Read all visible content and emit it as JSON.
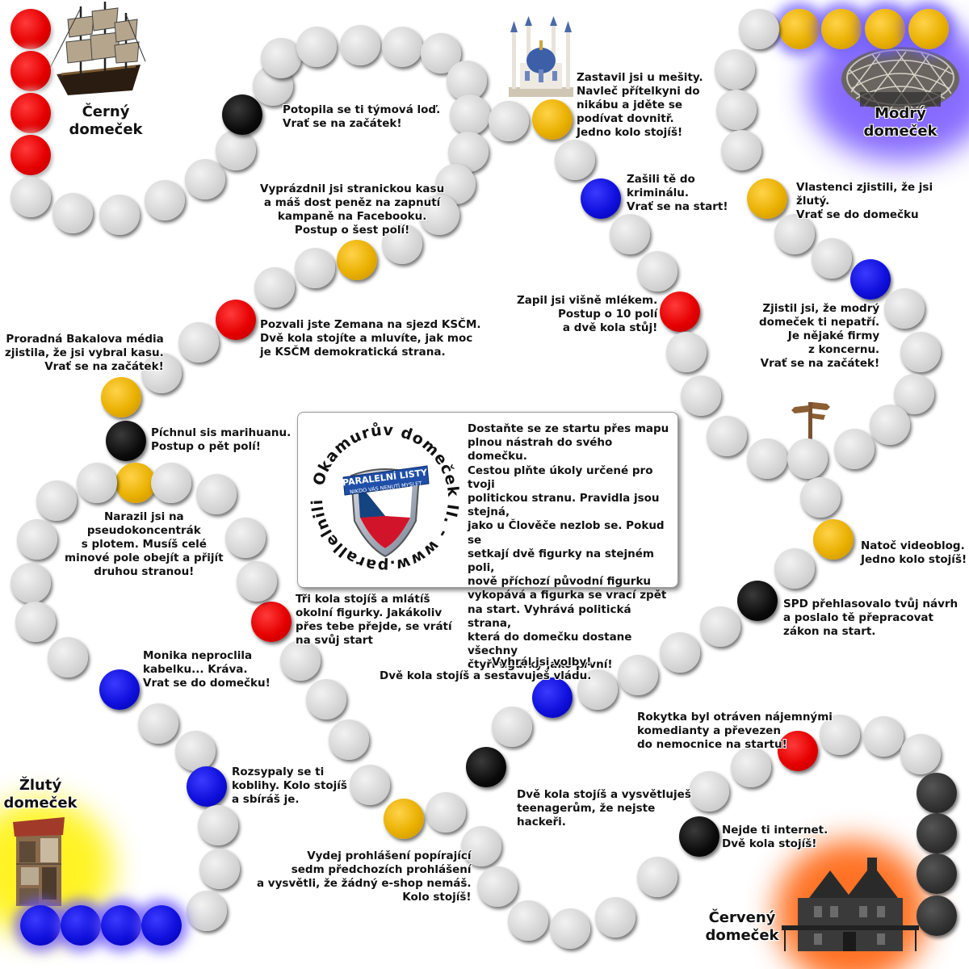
{
  "homes": [
    {
      "id": "black",
      "line1": "Černý",
      "line2": "domeček"
    },
    {
      "id": "blue",
      "line1": "Modrý",
      "line2": "domeček"
    },
    {
      "id": "yellow",
      "line1": "Žlutý",
      "line2": "domeček"
    },
    {
      "id": "red",
      "line1": "Červený",
      "line2": "domeček"
    }
  ],
  "labels": [
    {
      "key": "potopila",
      "align": "l",
      "lines": [
        "Potopila se ti týmová loď.",
        "Vrať se na začátek!"
      ]
    },
    {
      "key": "mesita",
      "align": "l",
      "lines": [
        "Zastavil jsi u mešity.",
        "Navleč přítelkyni do",
        "nikábu a jděte se",
        "podívat dovnitř.",
        "Jedno kolo stojíš!"
      ]
    },
    {
      "key": "vlastenci",
      "align": "l",
      "lines": [
        "Vlastenci zjistili, že jsi žlutý.",
        "Vrať se do domečku"
      ]
    },
    {
      "key": "kriminal",
      "align": "l",
      "lines": [
        "Zašili tě do",
        "kriminálu.",
        "Vrať se na start!"
      ]
    },
    {
      "key": "kasa",
      "align": "c",
      "lines": [
        "Vyprázdnil jsi stranickou kasu",
        "a máš dost peněz na zapnutí",
        "kampaně na Facebooku.",
        "Postup o šest polí!"
      ]
    },
    {
      "key": "visne",
      "align": "r",
      "lines": [
        "Zapil jsi višně mlékem.",
        "Postup o 10 polí",
        "a dvě kola stůj!"
      ]
    },
    {
      "key": "modry",
      "align": "r",
      "lines": [
        "Zjistil jsi, že modrý",
        "domeček ti nepatří.",
        "Je nějaké firmy",
        "z koncernu.",
        "Vrať se na začátek!"
      ]
    },
    {
      "key": "zeman",
      "align": "l",
      "lines": [
        "Pozvali jste Zemana na sjezd KSČM.",
        "Dvě kola stojíte a mluvíte, jak moc",
        "je KSČM demokratická strana."
      ]
    },
    {
      "key": "bakala",
      "align": "r",
      "lines": [
        "Proradná Bakalova média",
        "zjistila, že jsi vybral kasu.",
        "Vrať se na začátek!"
      ]
    },
    {
      "key": "marihuana",
      "align": "l",
      "lines": [
        "Píchnul sis marihuanu.",
        "Postup o pět polí!"
      ]
    },
    {
      "key": "koncentrak",
      "align": "c",
      "lines": [
        "Narazil jsi na",
        "pseudokoncentrák",
        "s plotem. Musíš celé",
        "minové pole obejít a přijít",
        "druhou stranou!"
      ]
    },
    {
      "key": "videoblog",
      "align": "l",
      "lines": [
        "Natoč videoblog.",
        "Jedno kolo stojíš!"
      ]
    },
    {
      "key": "mlatis",
      "align": "l",
      "lines": [
        "Tři kola stojíš a mlátíš",
        "okolní figurky. Jakákoliv",
        "přes tebe přejde, se vrátí",
        "na svůj start"
      ]
    },
    {
      "key": "spd",
      "align": "l",
      "lines": [
        "SPD přehlasovalo tvůj návrh",
        "a poslalo tě přepracovat",
        "zákon na start."
      ]
    },
    {
      "key": "monika",
      "align": "l",
      "lines": [
        "Monika neproclila",
        "kabelku... Kráva.",
        "Vrat se do domečku!"
      ]
    },
    {
      "key": "volby",
      "align": "r",
      "lines": [
        "Vyhrál jsi volby!",
        "Dvě kola stojíš a sestavuješ vládu."
      ]
    },
    {
      "key": "rokytka",
      "align": "l",
      "lines": [
        "Rokytka byl otráven nájemnými",
        "komedianty a převezen",
        "do nemocnice na startu!"
      ]
    },
    {
      "key": "koblihy",
      "align": "l",
      "lines": [
        "Rozsypaly se ti",
        "koblihy. Kolo stojíš",
        "a sbíráš je."
      ]
    },
    {
      "key": "hackeri",
      "align": "l",
      "lines": [
        "Dvě kola stojíš a vysvětluješ",
        "teenagerům, že nejste",
        "hackeři."
      ]
    },
    {
      "key": "internet",
      "align": "l",
      "lines": [
        "Nejde ti internet.",
        "Dvě kola stojíš!"
      ]
    },
    {
      "key": "prohlaseni",
      "align": "r",
      "lines": [
        "Vydej prohlášení popírající",
        "sedm předchozích prohlášení",
        "a vysvětli, že žádný e-shop nemáš.",
        "Kolo stojíš!"
      ]
    }
  ],
  "info": {
    "lines": [
      "Dostaňte se ze startu přes mapu",
      "plnou nástrah do svého domečku.",
      "Cestou plňte úkoly určené pro tvoji",
      "politickou stranu. Pravidla jsou stejná,",
      "jako u Člověče nezlob se. Pokud se",
      "setkají dvě figurky na stejném poli,",
      "nově příchozí původní figurku",
      "vykopává a figurka se vrací zpět",
      "na start. Vyhrává politická strana,",
      "která do domečku dostane všechny",
      "čtyři figurky jako první!"
    ]
  },
  "logo": {
    "ring_text": "Okamurův domeček II. - www.parallelnilisty.cz - ",
    "ring_text_top": "Okamurův domeček II. - www.",
    "ring_text_right": "parallelnilisty.cz",
    "banner_title": "PARALELNÍ LISTY",
    "banner_subtitle": "NIKDO VÁS NENUTÍ MYSLET"
  },
  "colors": {
    "red": "#e50000",
    "yellow": "#e9b000",
    "blue": "#1010dd",
    "black": "#000000",
    "grey": "#d6d6d6",
    "dark": "#333333"
  }
}
